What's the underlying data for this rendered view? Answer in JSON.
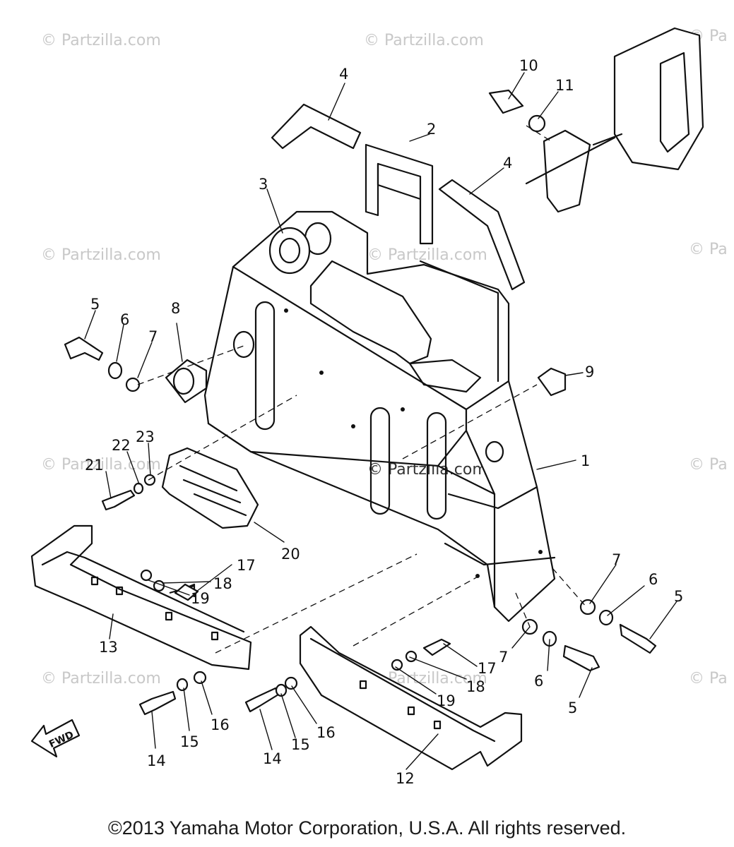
{
  "watermarks": [
    "© Partzilla.com",
    "© Partzilla.com",
    "© Pa",
    "© Partzilla.com",
    "© Partzilla.com",
    "© Pa",
    "© Partzilla.com",
    "© Partzilla.com",
    "© Pa",
    "© Partzilla.com",
    "© Partzilla.com",
    "© Pa"
  ],
  "callouts": [
    "1",
    "2",
    "3",
    "4",
    "4",
    "5",
    "5",
    "5",
    "6",
    "6",
    "6",
    "7",
    "7",
    "7",
    "8",
    "9",
    "10",
    "11",
    "12",
    "13",
    "14",
    "14",
    "15",
    "15",
    "16",
    "16",
    "17",
    "17",
    "18",
    "18",
    "19",
    "19",
    "20",
    "21",
    "22",
    "23"
  ],
  "fwd_label": "FWD",
  "copyright": "©2013 Yamaha Motor Corporation, U.S.A. All rights reserved."
}
